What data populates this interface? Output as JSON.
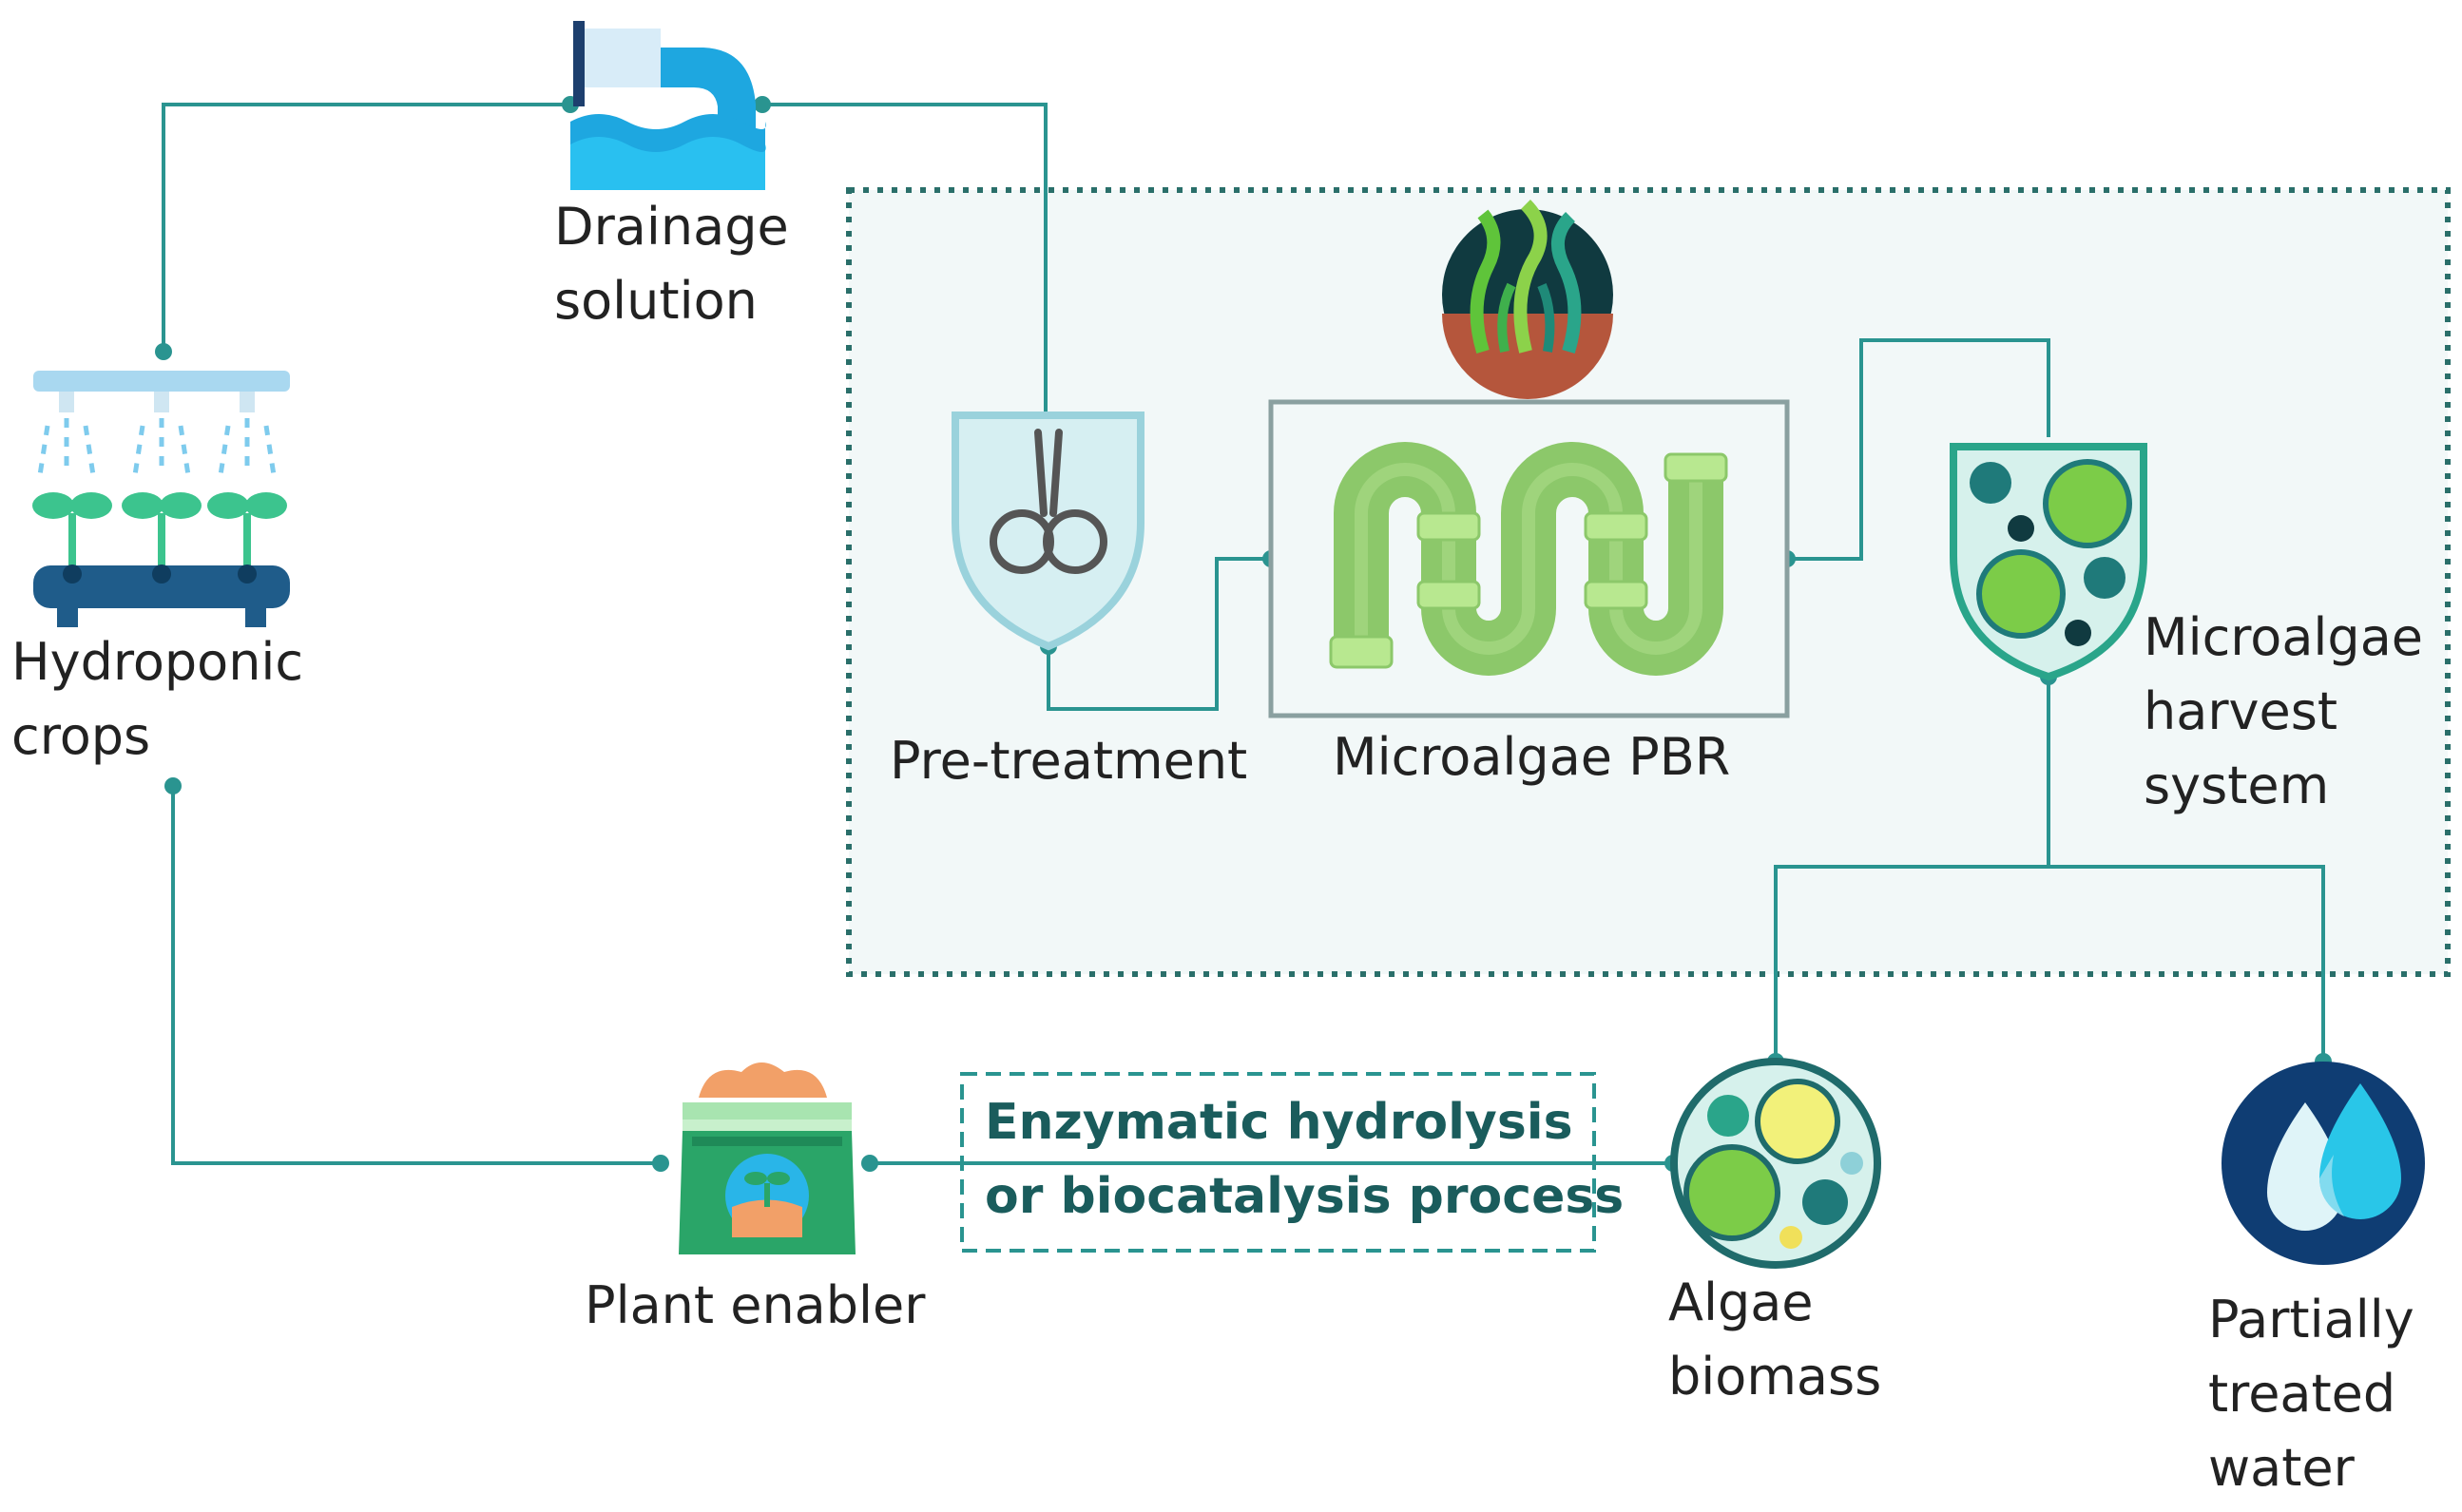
{
  "nodes": {
    "drainage": {
      "line1": "Drainage",
      "line2": "solution"
    },
    "hydroponic": {
      "line1": "Hydroponic",
      "line2": "crops"
    },
    "pretreatment": {
      "label": "Pre-treatment"
    },
    "pbr": {
      "label": "Microalgae PBR"
    },
    "harvest": {
      "line1": "Microalgae",
      "line2": "harvest",
      "line3": "system"
    },
    "plant_enabler": {
      "label": "Plant enabler"
    },
    "process": {
      "line1": "Enzymatic hydrolysis",
      "line2": "or biocatalysis process"
    },
    "biomass": {
      "line1": "Algae",
      "line2": "biomass"
    },
    "water": {
      "line1": "Partially",
      "line2": "treated",
      "line3": "water"
    }
  },
  "colors": {
    "connector": "#2a9490",
    "region_fill": "#f2f8f8",
    "region_border": "#2a6f6a",
    "pipe_green": "#8cc86a",
    "algae_green": "#7ccc48",
    "teal_dark": "#1f7a7a",
    "water_blue": "#29b5e8",
    "navy": "#0f3d73"
  }
}
